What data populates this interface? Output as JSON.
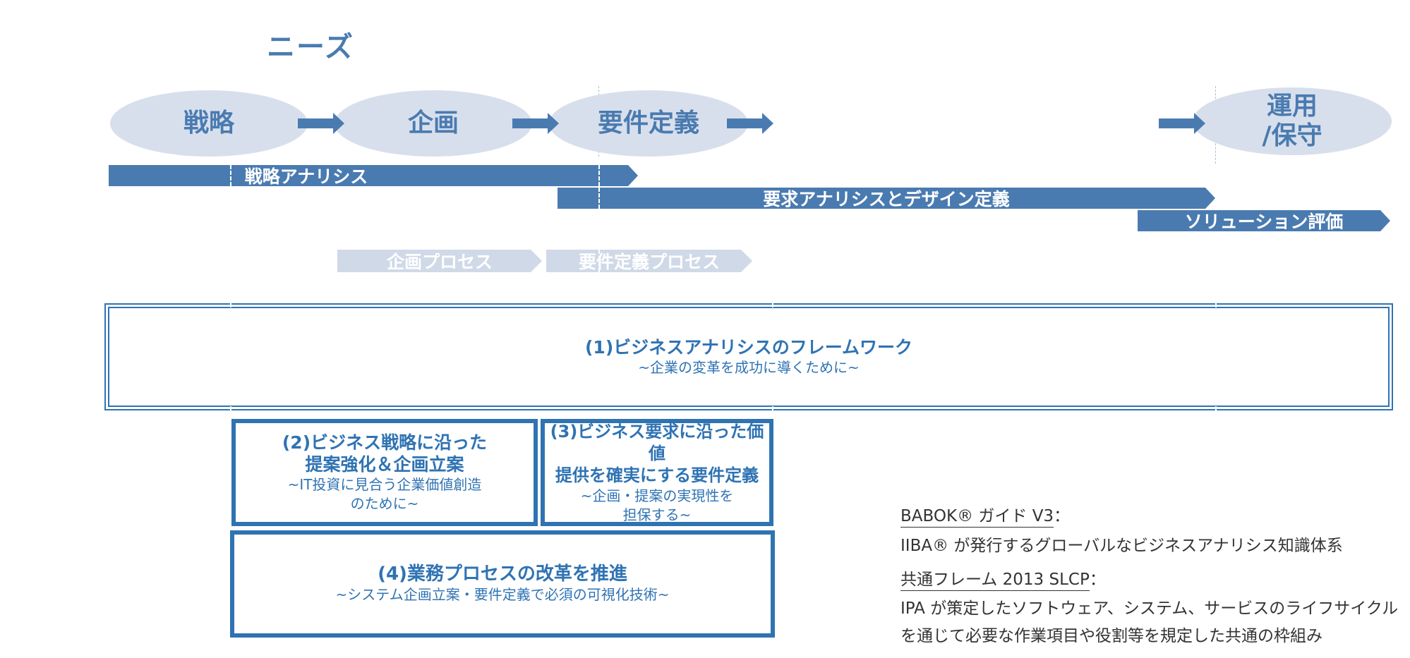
{
  "needs_label": "ニーズ",
  "phases": [
    {
      "label": "戦略"
    },
    {
      "label": "企画"
    },
    {
      "label": "要件定義"
    },
    {
      "label": "運用\n/保守"
    }
  ],
  "bars": {
    "strategy_analysis": "戦略アナリシス",
    "requirements_analysis": "要求アナリシスとデザイン定義",
    "solution_evaluation": "ソリューション評価",
    "planning_process": "企画プロセス",
    "requirements_process": "要件定義プロセス"
  },
  "boxes": {
    "box1": {
      "title": "(1)ビジネスアナリシスのフレームワーク",
      "subtitle": "~企業の変革を成功に導くために~"
    },
    "box2": {
      "title_line1": "(2)ビジネス戦略に沿った",
      "title_line2": "提案強化＆企画立案",
      "subtitle_line1": "~IT投資に見合う企業価値創造",
      "subtitle_line2": "のために~"
    },
    "box3": {
      "title_line1": "(3)ビジネス要求に沿った価値",
      "title_line2": "提供を確実にする要件定義",
      "subtitle_line1": "~企画・提案の実現性を",
      "subtitle_line2": "担保する~"
    },
    "box4": {
      "title": "(4)業務プロセスの改革を推進",
      "subtitle": "~システム企画立案・要件定義で必須の可視化技術~"
    }
  },
  "legend": [
    {
      "term": "BABOK® ガイド V3",
      "suffix": "：",
      "desc": [
        "IIBA® が発行するグローバルなビジネスアナリシス知識体系"
      ]
    },
    {
      "term": "共通フレーム 2013 SLCP",
      "suffix": "：",
      "desc": [
        "IPA が策定したソフトウェア、システム、サービスのライフサイクル",
        "を通じて必要な作業項目や役割等を規定した共通の枠組み"
      ]
    }
  ],
  "colors": {
    "primary_blue": "#4a7bb0",
    "dark_blue": "#2f73b3",
    "ellipse_fill": "#d8dfec",
    "light_bar": "#d0d9e7"
  }
}
